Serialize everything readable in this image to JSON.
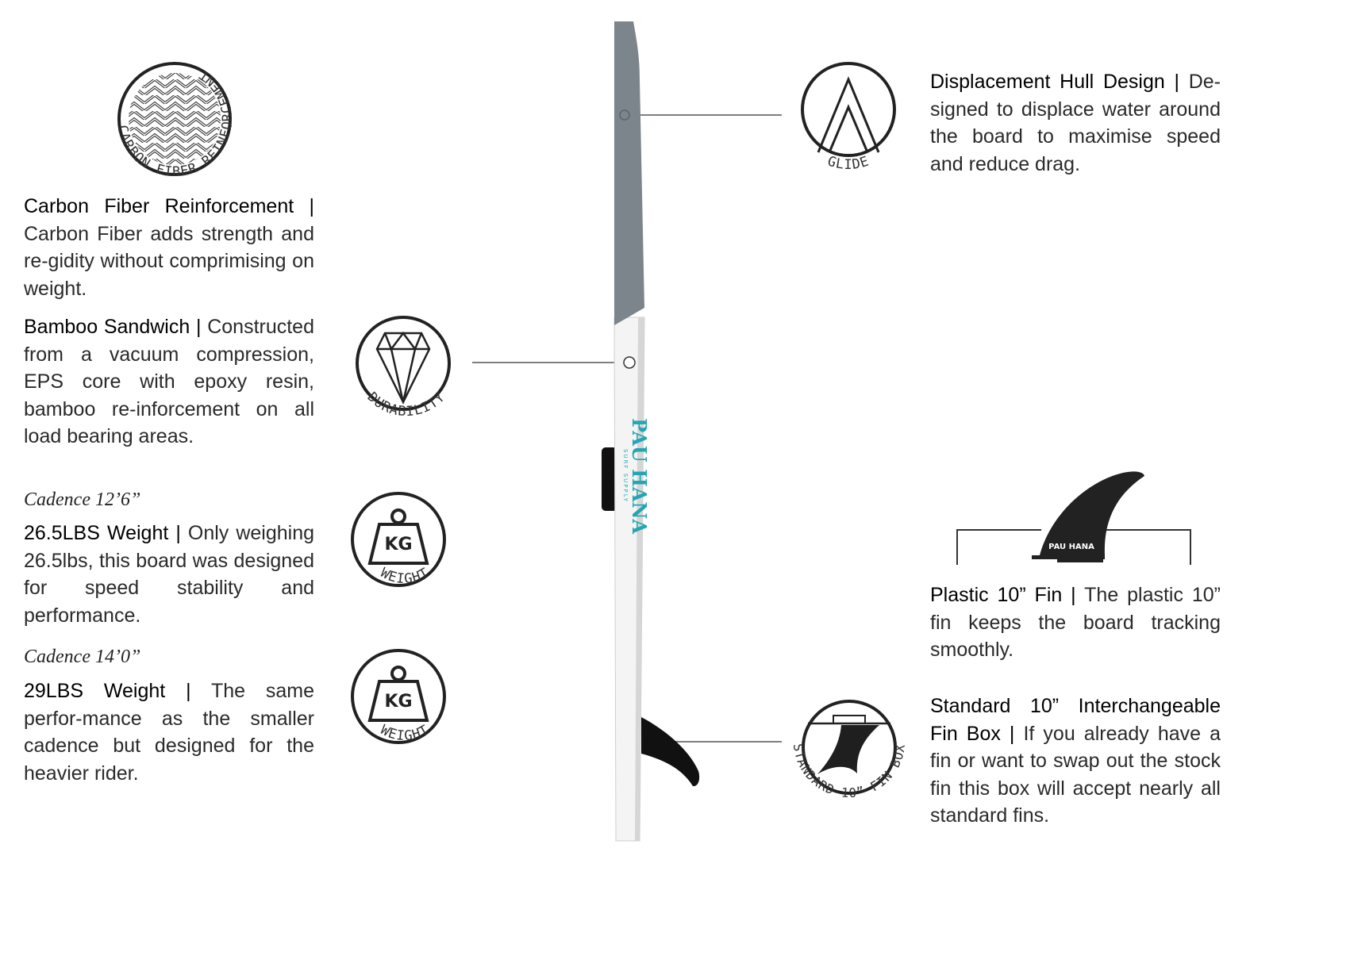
{
  "carbon": {
    "badge_text": "CARBON FIBER REINFORCEMENT",
    "title": "Carbon Fiber Reinforcement |",
    "body": "Carbon Fiber adds strength and re-gidity without comprimising on weight."
  },
  "bamboo": {
    "title": "Bamboo Sandwich |",
    "body": "Constructed from a vacuum compression, EPS core with epoxy resin, bamboo re-inforcement on all load bearing areas.",
    "badge_text": "DURABILITY"
  },
  "cadence_126": {
    "heading": "Cadence 12’6”",
    "title": "26.5LBS Weight |",
    "body": "Only weighing 26.5lbs, this board was designed for speed stability and performance.",
    "badge_text": "WEIGHT",
    "badge_unit": "KG"
  },
  "cadence_140": {
    "heading": "Cadence 14’0”",
    "title": "29LBS Weight |",
    "body": "The same perfor-mance as the smaller cadence but designed for the heavier rider.",
    "badge_text": "WEIGHT",
    "badge_unit": "KG"
  },
  "glide": {
    "badge_text": "GLIDE",
    "title": "Displacement Hull Design |",
    "body": "De-signed to displace water around the board to maximise speed and reduce drag."
  },
  "plastic_fin": {
    "title": "Plastic 10” Fin |",
    "body": "The plastic 10” fin keeps the board tracking smoothly.",
    "fin_logo": "PAU HANA"
  },
  "fin_box": {
    "badge_text": "STANDARD 10” FIN BOX",
    "title": "Standard 10” Interchangeable Fin Box |",
    "body": "If you already have a fin or want to swap out the stock fin this box will accept nearly all standard fins."
  },
  "board": {
    "brand": "PAU HANA",
    "brand_sub": "SURF SUPPLY",
    "nose_color": "#7c858c",
    "body_color": "#f4f4f4",
    "brand_color": "#22a6b3"
  }
}
